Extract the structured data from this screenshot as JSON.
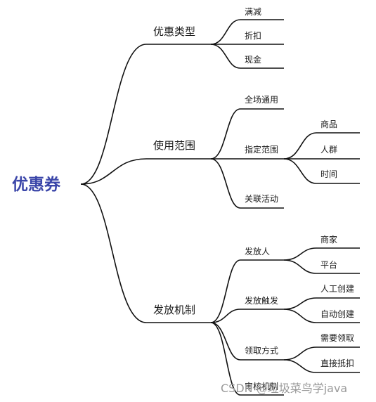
{
  "root": {
    "label": "优惠券"
  },
  "branches": [
    {
      "label": "优惠类型",
      "children": [
        {
          "label": "满减"
        },
        {
          "label": "折扣"
        },
        {
          "label": "现金"
        }
      ]
    },
    {
      "label": "使用范围",
      "children": [
        {
          "label": "全场通用"
        },
        {
          "label": "指定范围",
          "children": [
            {
              "label": "商品"
            },
            {
              "label": "人群"
            },
            {
              "label": "时间"
            }
          ]
        },
        {
          "label": "关联活动"
        }
      ]
    },
    {
      "label": "发放机制",
      "children": [
        {
          "label": "发放人",
          "children": [
            {
              "label": "商家"
            },
            {
              "label": "平台"
            }
          ]
        },
        {
          "label": "发放触发",
          "children": [
            {
              "label": "人工创建"
            },
            {
              "label": "自动创建"
            }
          ]
        },
        {
          "label": "领取方式",
          "children": [
            {
              "label": "需要领取"
            },
            {
              "label": "直接抵扣"
            }
          ]
        },
        {
          "label": "审核机制"
        }
      ]
    }
  ],
  "watermark": "CSDN @垃圾菜鸟学java"
}
